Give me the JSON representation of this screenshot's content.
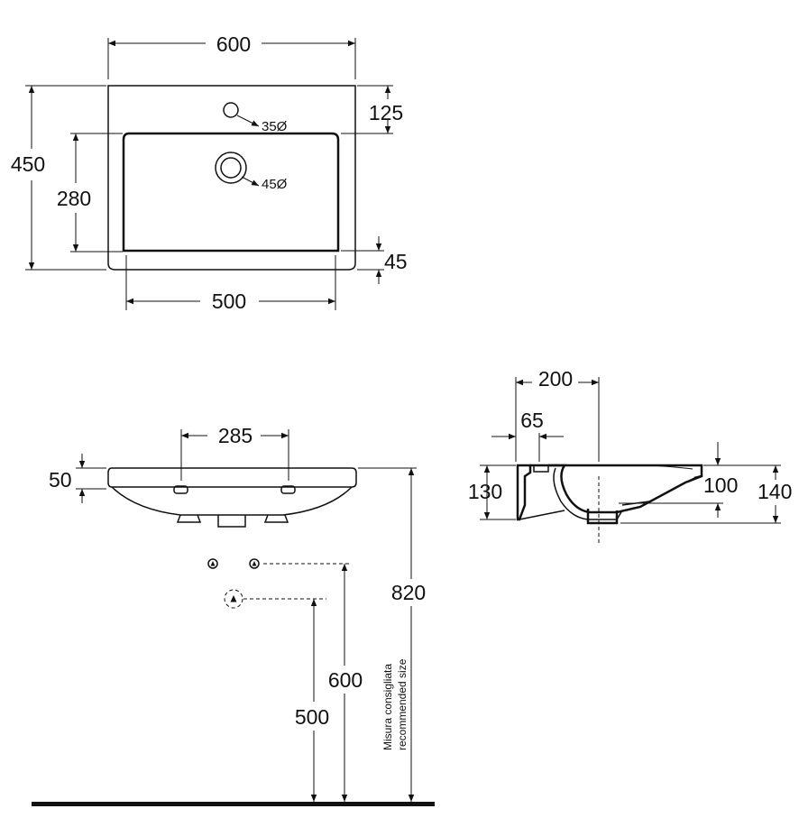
{
  "top_view": {
    "width_label": "600",
    "depth_label": "450",
    "basin_depth_label": "280",
    "tap_offset_label": "125",
    "front_rim_label": "45",
    "basin_width_label": "500",
    "tap_hole_label": "35Ø",
    "drain_hole_label": "45Ø"
  },
  "front_view": {
    "tap_spacing_label": "285",
    "rim_height_label": "50",
    "install_height_label": "820",
    "supply_height_label": "600",
    "drain_height_label": "500",
    "note_line1": "Misura consigliata",
    "note_line2": "recommended size"
  },
  "side_view": {
    "depth_label": "200",
    "rim_label": "65",
    "front_height_label": "130",
    "bowl_depth_label": "100",
    "total_height_label": "140"
  }
}
